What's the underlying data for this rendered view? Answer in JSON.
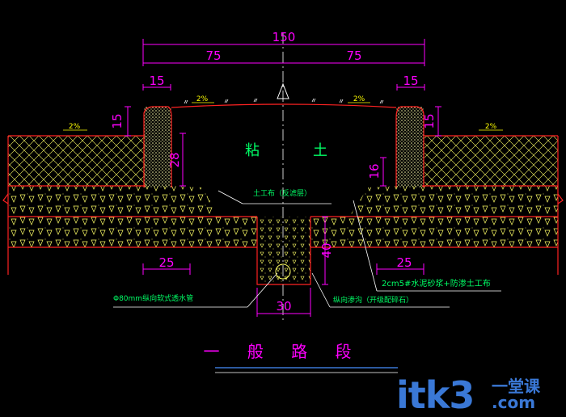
{
  "dimensions": {
    "total_width": "150",
    "left_half": "75",
    "right_half": "75",
    "left_shoulder_width": "15",
    "right_shoulder_width": "15",
    "left_curb_height": "15",
    "right_curb_height": "15",
    "left_fill_height": "28",
    "right_fill_height": "16",
    "left_base_width": "25",
    "right_base_width": "25",
    "drain_height": "40",
    "drain_width": "30"
  },
  "slopes": {
    "left_outer": "2%",
    "left_inner": "2%",
    "right_inner": "2%",
    "right_outer": "2%"
  },
  "labels": {
    "core_material_1": "粘",
    "core_material_2": "土",
    "geotextile": "土工布（反滤层）",
    "pipe": "Φ80mm纵向软式透水管",
    "mortar": "2cm5#水泥砂浆+防渗土工布",
    "trench": "纵向渗沟（开级配碎石）"
  },
  "title": "一 般 路 段",
  "watermark": {
    "brand": "itk3",
    "suffix": "一堂课",
    "domain": ".com"
  },
  "colors": {
    "background": "#000000",
    "dimension": "#ff00ff",
    "hatch": "#ffff00",
    "outline": "#ff0000",
    "annotation": "#00ff66",
    "centerline": "#ffffff",
    "brand": "#3a78d6"
  }
}
